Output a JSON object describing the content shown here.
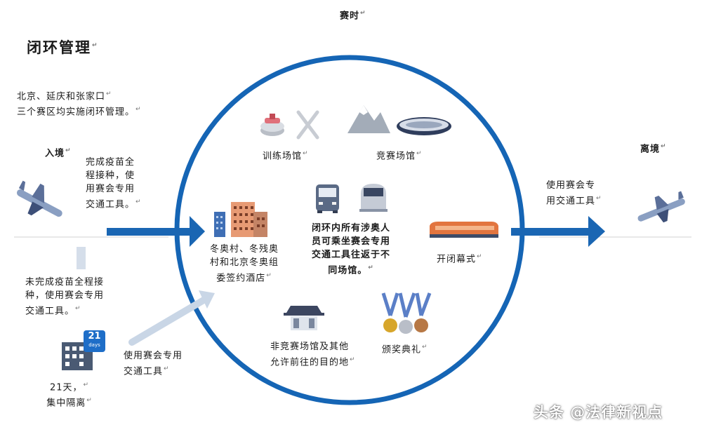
{
  "colors": {
    "ring": "#1565b5",
    "arrow": "#1a66b3",
    "arrow_light": "#c9d6e6",
    "badge": "#1e6ec8"
  },
  "title": "闭环管理",
  "top_label": "赛时",
  "intro": [
    "北京、延庆和张家口",
    "三个赛区均实施闭环管理。"
  ],
  "entry": {
    "label": "入境",
    "vaccinated": [
      "完成疫苗全",
      "程接种，使",
      "用赛会专用",
      "交通工具。"
    ],
    "unvaccinated": [
      "未完成疫苗全程接",
      "种，使用赛会专用",
      "交通工具。"
    ],
    "quarantine_badge": "21",
    "quarantine_badge_sub": "days",
    "quarantine": [
      "21天，",
      "集中隔离"
    ],
    "transport_after_quarantine": [
      "使用赛会专用",
      "交通工具"
    ]
  },
  "inside": {
    "training": "训练场馆",
    "competition": "竞赛场馆",
    "village": [
      "冬奥村、冬残奥",
      "村和北京冬奥组",
      "委签约酒店"
    ],
    "center": [
      "闭环内所有涉奥人",
      "员可乘坐赛会专用",
      "交通工具往返于不",
      "同场馆。"
    ],
    "ceremony": "开闭幕式",
    "non_competition": [
      "非竞赛场馆及其他",
      "允许前往的目的地"
    ],
    "awards": "颁奖典礼"
  },
  "exit": {
    "label": "离境",
    "text": [
      "使用赛会专",
      "用交通工具"
    ]
  },
  "watermark": "头条 @法律新视点",
  "icons": [
    "curling-stone-icon",
    "crossed-skis-icon",
    "mountain-icon",
    "speed-skating-oval-icon",
    "bus-icon",
    "train-icon",
    "hotel-buildings-icon",
    "stadium-icon",
    "pavilion-icon",
    "medals-icon",
    "airplane-arrival-icon",
    "airplane-departure-icon",
    "quarantine-building-icon"
  ]
}
